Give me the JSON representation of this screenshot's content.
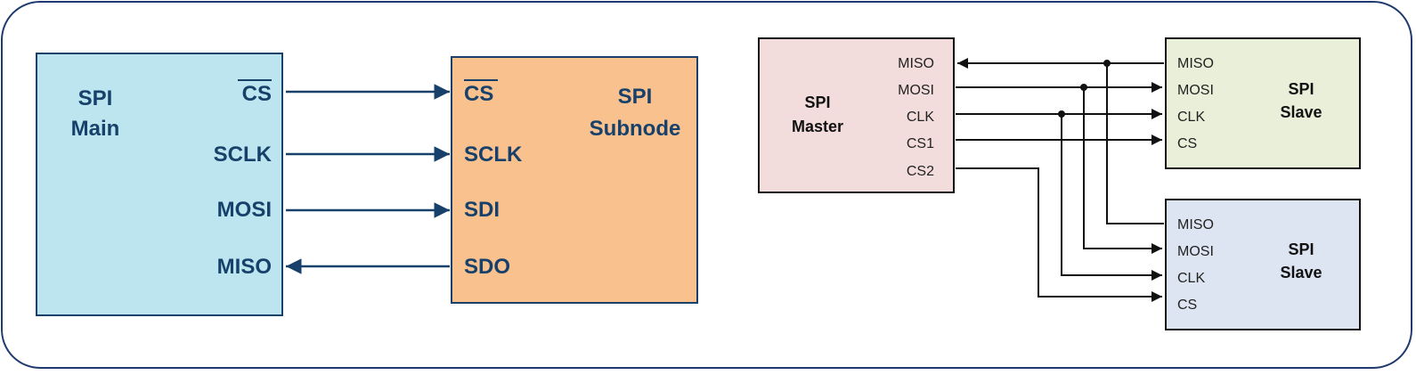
{
  "left_diagram": {
    "main_title_1": "SPI",
    "main_title_2": "Main",
    "sub_title_1": "SPI",
    "sub_title_2": "Subnode",
    "main_pins": [
      "CS",
      "SCLK",
      "MOSI",
      "MISO"
    ],
    "sub_pins": [
      "CS",
      "SCLK",
      "SDI",
      "SDO"
    ],
    "colors": {
      "main_fill": "#bde5ef",
      "sub_fill": "#f8c18d",
      "text": "#17416b"
    }
  },
  "right_diagram": {
    "master_title_1": "SPI",
    "master_title_2": "Master",
    "master_pins": [
      "MISO",
      "MOSI",
      "CLK",
      "CS1",
      "CS2"
    ],
    "slave1_title_1": "SPI",
    "slave1_title_2": "Slave",
    "slave1_pins": [
      "MISO",
      "MOSI",
      "CLK",
      "CS"
    ],
    "slave2_title_1": "SPI",
    "slave2_title_2": "Slave",
    "slave2_pins": [
      "MISO",
      "MOSI",
      "CLK",
      "CS"
    ],
    "colors": {
      "master_fill": "#f3dcdc",
      "slave1_fill": "#e9efd9",
      "slave2_fill": "#dce5f1"
    }
  }
}
